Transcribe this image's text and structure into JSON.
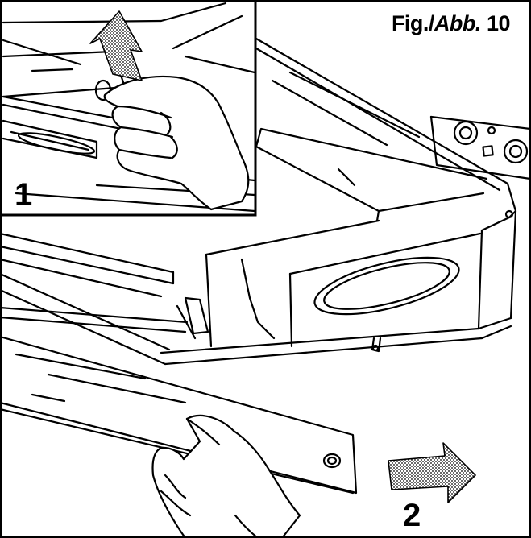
{
  "figure": {
    "label_prefix": "Fig./",
    "label_italic": "Abb.",
    "number": "10"
  },
  "steps": [
    {
      "number": "1"
    },
    {
      "number": "2"
    }
  ],
  "icons": {
    "arrow_up": "dotted-arrow-up-right",
    "arrow_right": "dotted-arrow-right"
  },
  "colors": {
    "line": "#000000",
    "background": "#ffffff",
    "arrow_fill": "#b5b5b5"
  }
}
